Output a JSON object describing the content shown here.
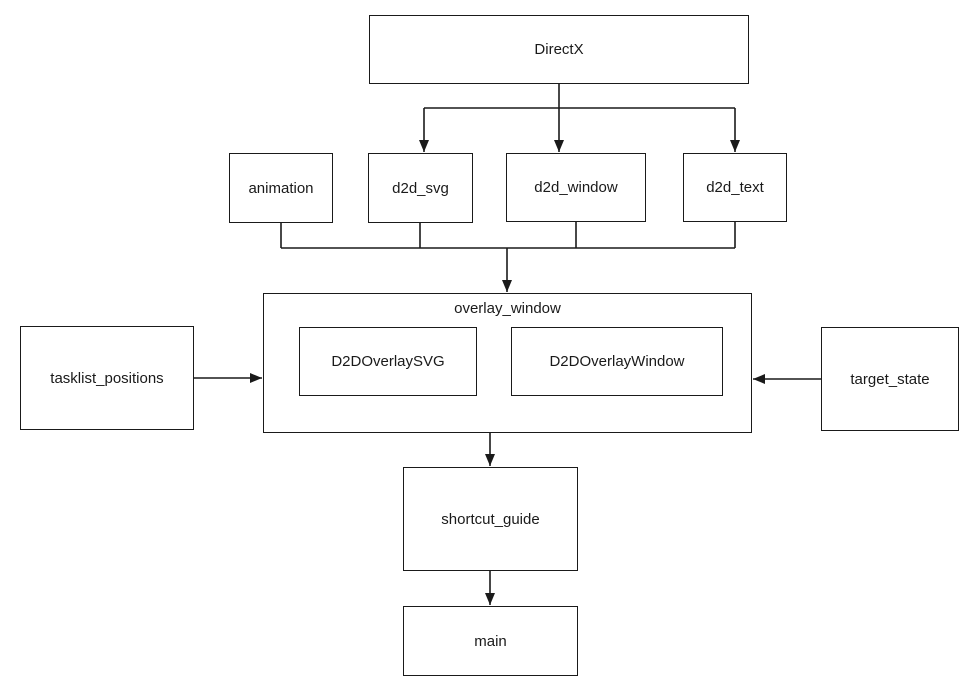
{
  "diagram": {
    "title": "module dependency diagram",
    "colors": {
      "background": "#ffffff",
      "box_fill": "#ffffff",
      "box_border": "#1a1a1a",
      "line": "#1a1a1a",
      "text": "#1a1a1a"
    },
    "nodes": {
      "directx": {
        "label": "DirectX"
      },
      "animation": {
        "label": "animation"
      },
      "d2d_svg": {
        "label": "d2d_svg"
      },
      "d2d_window": {
        "label": "d2d_window"
      },
      "d2d_text": {
        "label": "d2d_text"
      },
      "overlay_window": {
        "label": "overlay_window"
      },
      "d2d_overlay_svg": {
        "label": "D2DOverlaySVG"
      },
      "d2d_overlay_window": {
        "label": "D2DOverlayWindow"
      },
      "tasklist_positions": {
        "label": "tasklist_positions"
      },
      "target_state": {
        "label": "target_state"
      },
      "shortcut_guide": {
        "label": "shortcut_guide"
      },
      "main": {
        "label": "main"
      }
    },
    "edges": [
      {
        "from": "DirectX",
        "to": "d2d_svg"
      },
      {
        "from": "DirectX",
        "to": "d2d_window"
      },
      {
        "from": "DirectX",
        "to": "d2d_text"
      },
      {
        "from": "animation",
        "to": "overlay_window"
      },
      {
        "from": "d2d_svg",
        "to": "overlay_window"
      },
      {
        "from": "d2d_window",
        "to": "overlay_window"
      },
      {
        "from": "d2d_text",
        "to": "overlay_window"
      },
      {
        "from": "tasklist_positions",
        "to": "overlay_window"
      },
      {
        "from": "target_state",
        "to": "overlay_window"
      },
      {
        "from": "overlay_window",
        "to": "shortcut_guide"
      },
      {
        "from": "shortcut_guide",
        "to": "main"
      }
    ]
  }
}
